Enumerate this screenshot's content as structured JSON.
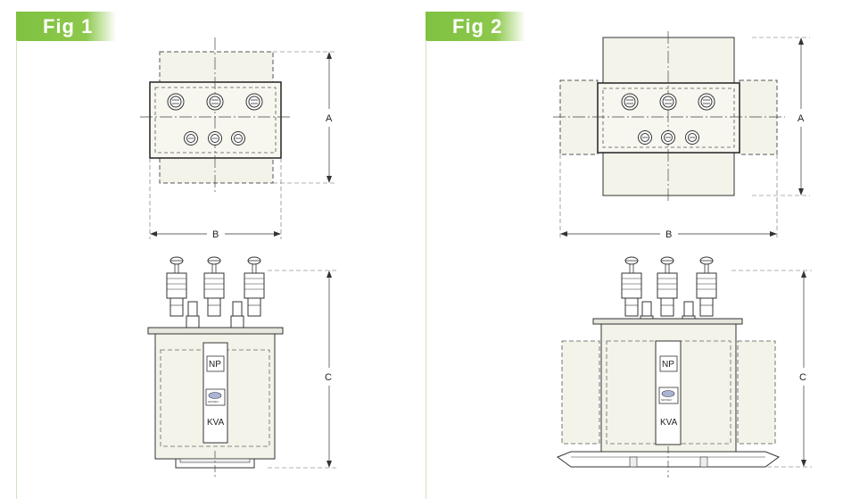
{
  "figures": [
    {
      "title": "Fig 1",
      "dim_a": "A",
      "dim_b": "B",
      "dim_c": "C",
      "plate_np": "NP",
      "plate_kva": "KVA",
      "logo_text": "MASSEY"
    },
    {
      "title": "Fig 2",
      "dim_a": "A",
      "dim_b": "B",
      "dim_c": "C",
      "plate_np": "NP",
      "plate_kva": "KVA",
      "logo_text": "MASSEY"
    }
  ],
  "colors": {
    "tab_green": "#8cc84b",
    "body_fill": "#f3f3ea",
    "line": "#333333"
  }
}
